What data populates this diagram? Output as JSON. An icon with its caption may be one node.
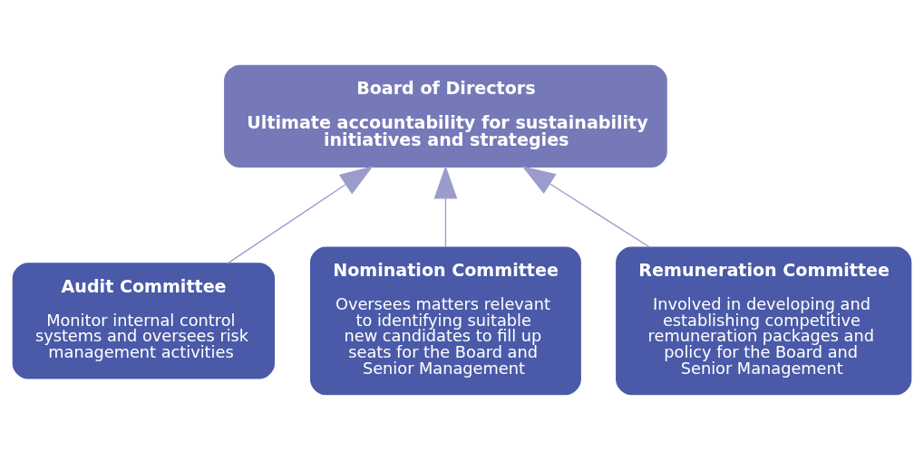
{
  "diagram": {
    "nodes": [
      {
        "text": [
          "Board of Directors",
          "Ultimate accountability for sustainability initiatives and strategies"
        ]
      },
      {
        "text": [
          "Audit Committee",
          "Monitor internal control systems and oversees risk management activities"
        ]
      },
      {
        "text": [
          "Nomination Committee",
          "Oversees matters relevant to identifying suitable new candidates to fill up seats for the Board and Senior Management"
        ]
      },
      {
        "text": [
          "Remuneration Committee",
          "Involved in developing and establishing competitive remuneration packages and policy for the Board and Senior Management"
        ]
      }
    ],
    "edges": [
      {
        "from": 1,
        "to": 0,
        "arrow": "to"
      },
      {
        "from": 2,
        "to": 0,
        "arrow": "to"
      },
      {
        "from": 3,
        "to": 0,
        "arrow": "to"
      }
    ]
  }
}
